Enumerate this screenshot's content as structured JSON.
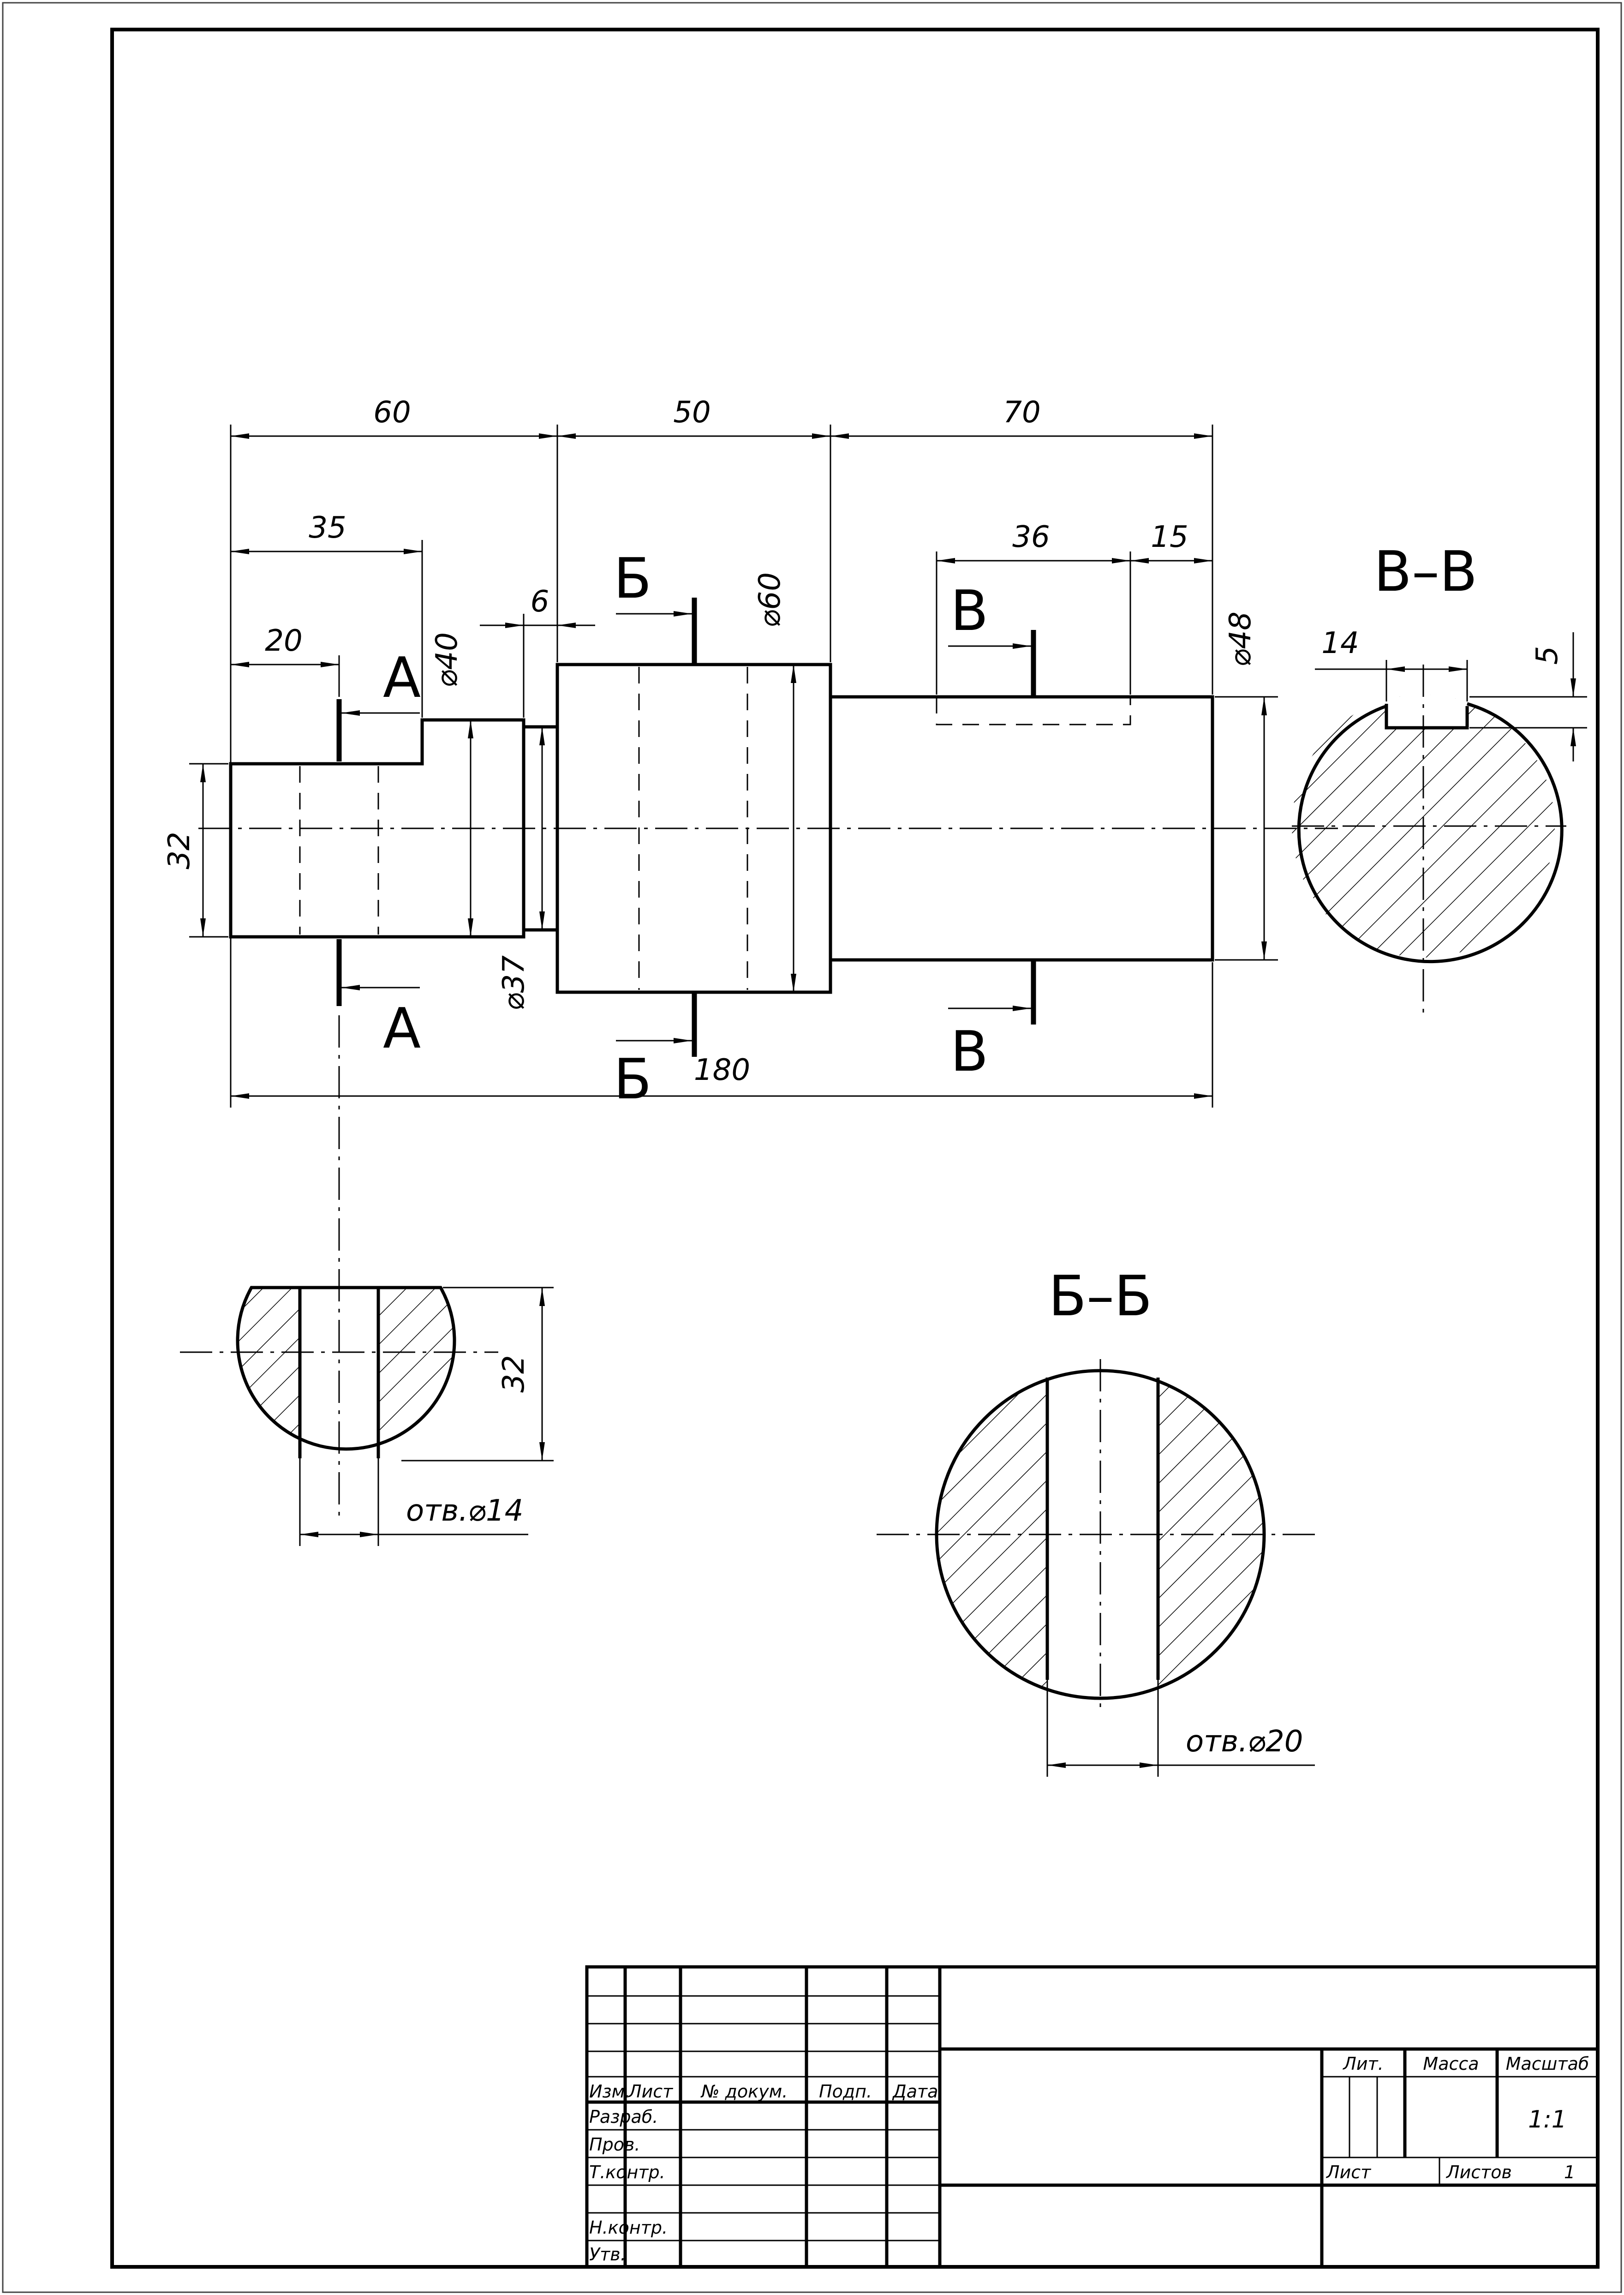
{
  "dimensions": {
    "d60": "60",
    "d50": "50",
    "d70": "70",
    "d35": "35",
    "d36": "36",
    "d15": "15",
    "d20": "20",
    "d6": "6",
    "d180": "180",
    "d32_left": "32",
    "d32_section": "32",
    "dia40": "⌀40",
    "dia60": "⌀60",
    "dia48": "⌀48",
    "dia37": "⌀37",
    "d14": "14",
    "d5": "5",
    "hole14": "отв.⌀14",
    "hole20": "отв.⌀20"
  },
  "section_marks": {
    "a": "А",
    "b": "Б",
    "v": "В"
  },
  "section_titles": {
    "vv": "В–В",
    "bb": "Б–Б"
  },
  "title_block": {
    "izm": "Изм.",
    "list": "Лист",
    "doc_no": "№ докум.",
    "podp": "Подп.",
    "data": "Дата",
    "razrab": "Разраб.",
    "prov": "Пров.",
    "tkontr": "Т.контр.",
    "nkontr": "Н.контр.",
    "utv": "Утв.",
    "lit": "Лит.",
    "massa": "Масса",
    "masshtab": "Масштаб",
    "scale_value": "1:1",
    "sheet_label": "Лист",
    "sheets_label": "Листов",
    "sheets_value": "1"
  }
}
